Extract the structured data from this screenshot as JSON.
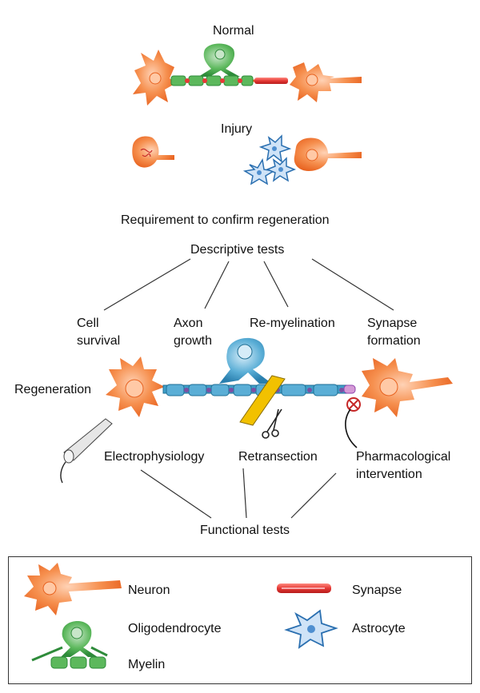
{
  "labels": {
    "normal": "Normal",
    "injury": "Injury",
    "requirement": "Requirement to confirm regeneration",
    "descriptive_tests": "Descriptive tests",
    "cell_survival_line1": "Cell",
    "cell_survival_line2": "survival",
    "axon_growth_line1": "Axon",
    "axon_growth_line2": "growth",
    "remyelination": "Re-myelination",
    "synapse_formation_line1": "Synapse",
    "synapse_formation_line2": "formation",
    "regeneration": "Regeneration",
    "electrophysiology": "Electrophysiology",
    "retransection": "Retransection",
    "pharmacological_line1": "Pharmacological",
    "pharmacological_line2": "intervention",
    "functional_tests": "Functional tests"
  },
  "legend": {
    "neuron": "Neuron",
    "oligodendrocyte": "Oligodendrocyte",
    "myelin": "Myelin",
    "synapse": "Synapse",
    "astrocyte": "Astrocyte"
  },
  "colors": {
    "neuron": "#f47c3c",
    "neuron_light": "#ffb38a",
    "oligodendrocyte": "#4caf50",
    "oligodendrocyte_light": "#a5d6a7",
    "astrocyte": "#4f8fd0",
    "astrocyte_light": "#cfe3f7",
    "regenerated_glia": "#3f9fc9",
    "synapse": "#e53935",
    "myelin_node": "#7b4fa3",
    "blade": "#f2c100"
  }
}
